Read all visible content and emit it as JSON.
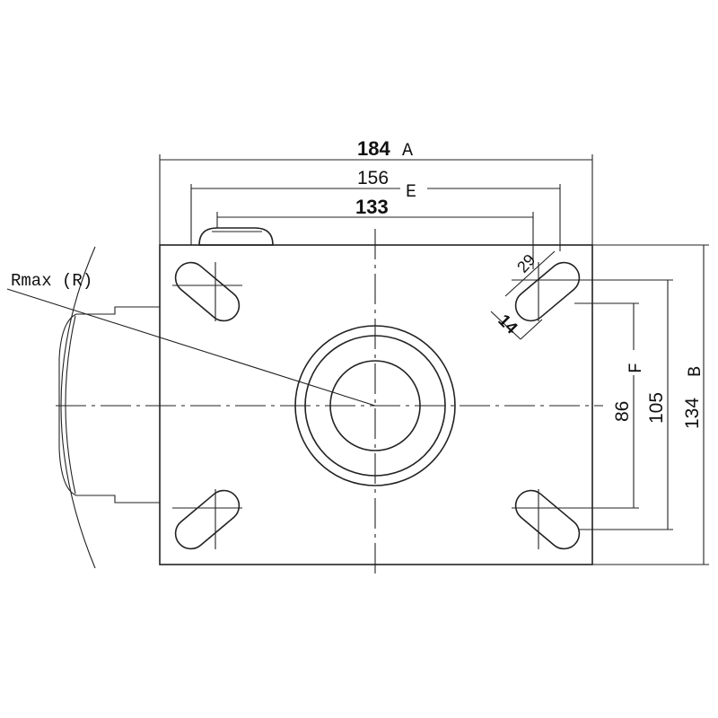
{
  "drawing": {
    "dim_overall_width_value": "184",
    "dim_overall_width_letter": "A",
    "dim_mount_width_value": "156",
    "dim_mount_width_letter": "E",
    "dim_inner_width_value": "133",
    "dim_overall_height_value": "134",
    "dim_overall_height_letter": "B",
    "dim_mount_height_outer_value": "105",
    "dim_mount_height_inner_value": "86",
    "dim_mount_height_inner_letter": "F",
    "dim_slot_length_value": "29",
    "dim_slot_width_value": "14",
    "swivel_radius_label": "Rmax (R)"
  }
}
